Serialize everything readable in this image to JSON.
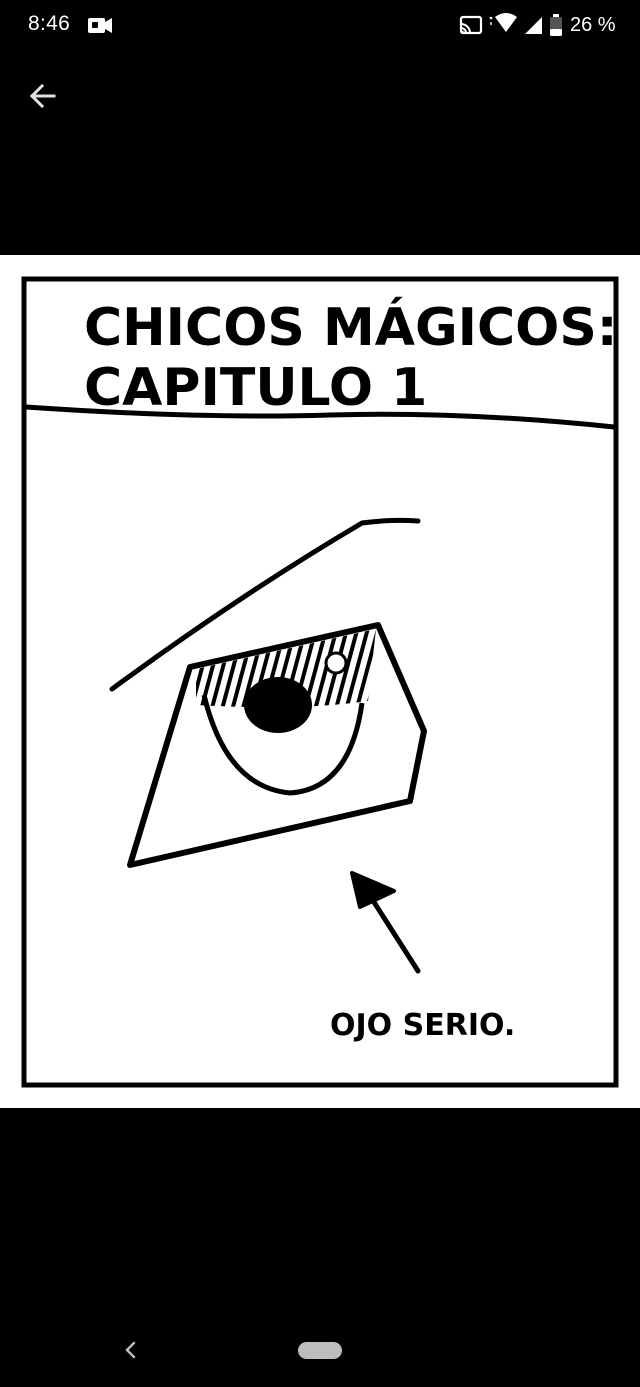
{
  "status_bar": {
    "time": "8:46",
    "battery_percent": "26 %",
    "icons": [
      "video-camera-icon",
      "cast-icon",
      "wifi-icon",
      "cell-signal-icon",
      "battery-icon"
    ]
  },
  "app_bar": {
    "back_icon": "arrow-back-icon"
  },
  "comic": {
    "title_line1": "CHICOS MÁGICOS:",
    "title_line2": "CAPITULO 1",
    "caption": "OJO SERIO."
  },
  "nav_bar": {
    "back_icon": "chevron-left-icon",
    "home_icon": "home-pill-icon"
  },
  "colors": {
    "background": "#000000",
    "panel": "#ffffff",
    "ink": "#000000",
    "nav_pill": "#bdbdbd"
  }
}
